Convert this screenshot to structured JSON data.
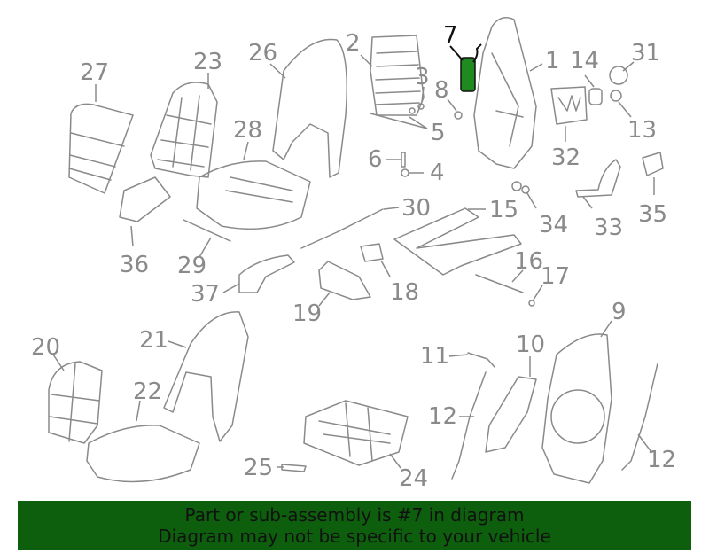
{
  "highlight": {
    "callout": "7",
    "color": "#1f8a1f"
  },
  "callouts": [
    "1",
    "2",
    "3",
    "4",
    "5",
    "6",
    "7",
    "8",
    "9",
    "10",
    "11",
    "12",
    "12",
    "13",
    "14",
    "15",
    "16",
    "17",
    "18",
    "19",
    "20",
    "21",
    "22",
    "23",
    "24",
    "25",
    "26",
    "27",
    "28",
    "29",
    "30",
    "31",
    "32",
    "33",
    "34",
    "35",
    "36",
    "37"
  ],
  "banner": {
    "line1": "Part or sub-assembly is #7 in diagram",
    "line2": "Diagram may not be specific to your vehicle",
    "background": "#0d5e0d"
  }
}
